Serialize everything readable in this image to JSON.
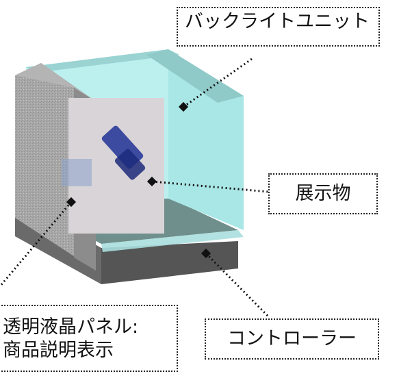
{
  "labels": {
    "backlight_unit": "バックライトユニット",
    "exhibit": "展示物",
    "controller": "コントローラー",
    "panel_line1": "透明液晶パネル:",
    "panel_line2": "商品説明表示"
  },
  "colors": {
    "backlight": "#b8efee",
    "backlight_edge": "#9ad3d2",
    "panel_frame": "#9c9c9c",
    "base_top": "#6f8f8c",
    "base_side": "#5a5a5a",
    "screen": "#d9d4d8",
    "exhibit_blue": "#2a3c9a"
  }
}
